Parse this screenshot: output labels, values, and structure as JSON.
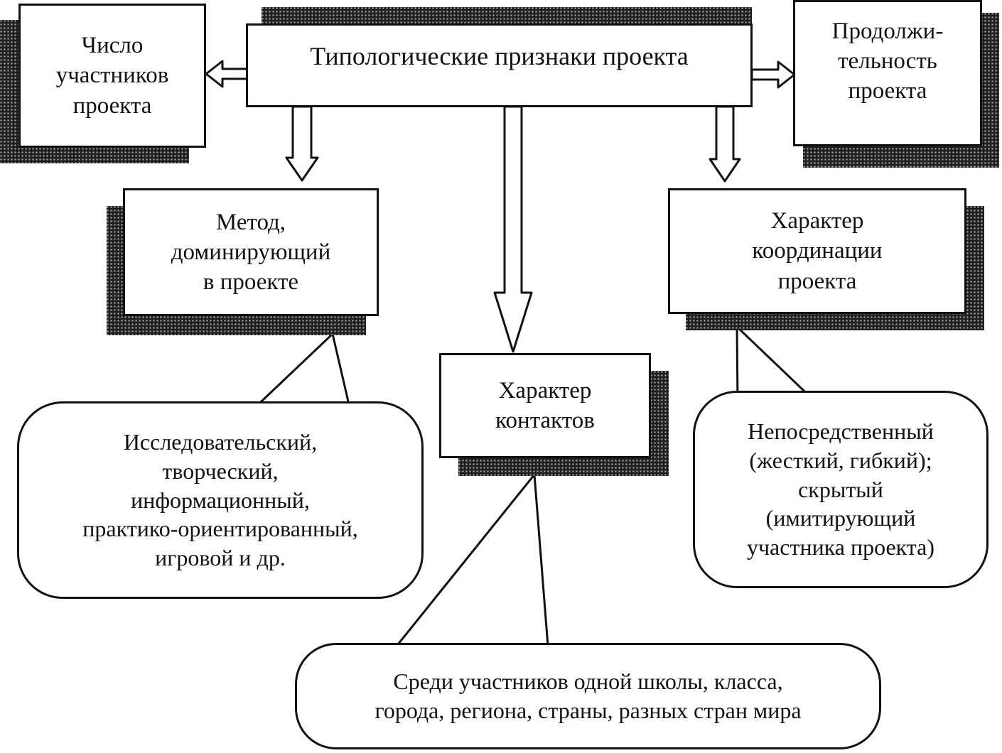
{
  "diagram": {
    "central": {
      "text": "Типологические признаки проекта"
    },
    "participants_count": {
      "text": "Число\nучастников\nпроекта"
    },
    "duration": {
      "text": "Продолжи-\nтельность\nпроекта"
    },
    "dominant_method": {
      "text": "Метод,\nдоминирующий\nв проекте"
    },
    "contacts_nature": {
      "text": "Характер\nконтактов"
    },
    "coordination_nature": {
      "text": "Характер\nкоординации\nпроекта"
    },
    "method_examples": {
      "text": "Исследовательский,\nтворческий,\nинформационный,\nпрактико-ориентированный,\nигровой и др."
    },
    "coordination_examples": {
      "text": "Непосредственный\n(жесткий, гибкий);\nскрытый\n(имитирующий\nучастника проекта)"
    },
    "contacts_examples": {
      "text": "Среди участников одной школы, класса,\nгорода, региона, страны, разных стран мира"
    }
  }
}
